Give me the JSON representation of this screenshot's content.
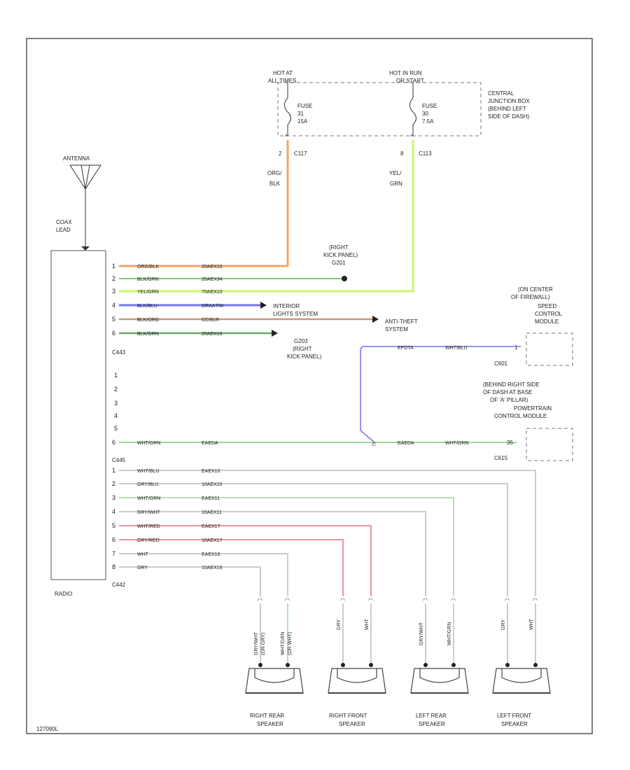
{
  "fuse_box": {
    "hot_left": [
      "HOT AT",
      "ALL TIMES"
    ],
    "hot_right": [
      "HOT IN RUN",
      "OR START"
    ],
    "fuse_left": [
      "FUSE",
      "31",
      "15A"
    ],
    "fuse_right": [
      "FUSE",
      "30",
      "7.5A"
    ],
    "location": [
      "CENTRAL",
      "JUNCTION BOX",
      "(BEHIND LEFT",
      "SIDE OF DASH)"
    ],
    "pin_left": "2",
    "conn_left": "C117",
    "pin_right": "8",
    "conn_right": "C113"
  },
  "feed_wires": {
    "left_color": [
      "ORG/",
      "BLK"
    ],
    "right_color": [
      "YEL/",
      "GRN"
    ]
  },
  "antenna": {
    "label": "ANTENNA",
    "lead": [
      "COAX",
      "LEAD"
    ]
  },
  "radio": {
    "label": "RADIO",
    "conn_top": "C443",
    "conn_mid": "C445",
    "conn_bottom": "C442"
  },
  "c443_wires": [
    {
      "pin": "1",
      "color_text": "ORG/BLK",
      "circuit": "20AEX10"
    },
    {
      "pin": "2",
      "color_text": "BLK/GRN",
      "circuit": "20AEX34"
    },
    {
      "pin": "3",
      "color_text": "YEL/GRN",
      "circuit": "70AEX10"
    },
    {
      "pin": "4",
      "color_text": "BLK/BLU",
      "circuit": "DRAA7/M"
    },
    {
      "pin": "5",
      "color_text": "BLK/ORG",
      "circuit": "CCI5LR"
    },
    {
      "pin": "6",
      "color_text": "BLK/GRN",
      "circuit": "20AEX10"
    }
  ],
  "c443_destinations": {
    "g201": [
      "(RIGHT",
      "KICK PANEL)",
      "G201"
    ],
    "interior": [
      "INTERIOR",
      "LIGHTS SYSTEM"
    ],
    "antitheft": [
      "ANTI-THEFT",
      "SYSTEM"
    ],
    "g203": [
      "G203",
      "(RIGHT",
      "KICK PANEL)"
    ]
  },
  "c445_pins": [
    "1",
    "2",
    "3",
    "4",
    "5",
    "6"
  ],
  "c445_wire": {
    "color_text": "WHT/GRN",
    "circuit": "EAEDA"
  },
  "speed_control": {
    "location": [
      "(ON CENTER",
      "OF FIREWALL)",
      "SPEED",
      "CONTROL",
      "MODULE"
    ],
    "conn": "C601",
    "pin": "1",
    "wire_circuit": "EPDTA",
    "wire_color": "WHT/BLU"
  },
  "pcm": {
    "location": [
      "(BEHIND RIGHT SIDE",
      "OF DASH AT BASE",
      "OF 'A' PILLAR)",
      "POWERTRAIN",
      "CONTROL MODULE"
    ],
    "conn": "C615",
    "pin": "35",
    "wire_circuit": "EAEDA",
    "wire_color": "WHT/GRN"
  },
  "c442_wires": [
    {
      "pin": "1",
      "color_text": "WHT/BLU",
      "circuit": "EAEX10",
      "color": "#888888"
    },
    {
      "pin": "2",
      "color_text": "GRY/BLU",
      "circuit": "10AEX10",
      "color": "#888888"
    },
    {
      "pin": "3",
      "color_text": "WHT/GRN",
      "circuit": "EAEX11",
      "color": "#7bd06e"
    },
    {
      "pin": "4",
      "color_text": "GRY/WHT",
      "circuit": "10AEX11",
      "color": "#888888"
    },
    {
      "pin": "5",
      "color_text": "WHT/RED",
      "circuit": "EAEX17",
      "color": "#e5707b"
    },
    {
      "pin": "6",
      "color_text": "GRY/RED",
      "circuit": "10AEX17",
      "color": "#e5707b"
    },
    {
      "pin": "7",
      "color_text": "WHT",
      "circuit": "EAEX16",
      "color": "#888888"
    },
    {
      "pin": "8",
      "color_text": "GRY",
      "circuit": "10AEX16",
      "color": "#888888"
    }
  ],
  "speakers": [
    {
      "name": [
        "RIGHT REAR",
        "SPEAKER"
      ],
      "left_wire": [
        "GRY/WHT",
        "(OR GRY)"
      ],
      "right_wire": [
        "WHT/GRN",
        "(OR WHT)"
      ]
    },
    {
      "name": [
        "RIGHT FRONT",
        "SPEAKER"
      ],
      "left_wire": [
        "GRY"
      ],
      "right_wire": [
        "WHT"
      ]
    },
    {
      "name": [
        "LEFT REAR",
        "SPEAKER"
      ],
      "left_wire": [
        "GRY/WHT"
      ],
      "right_wire": [
        "WHT/GRN"
      ]
    },
    {
      "name": [
        "LEFT FRONT",
        "SPEAKER"
      ],
      "left_wire": [
        "GRY"
      ],
      "right_wire": [
        "WHT"
      ]
    }
  ],
  "figure_id": "127090L",
  "colors": {
    "orange": "#f0a36a",
    "yellow_green": "#c8f56a",
    "green": "#7bd06e",
    "blue": "#7474f0",
    "gray": "#888888",
    "red": "#e5707b"
  }
}
